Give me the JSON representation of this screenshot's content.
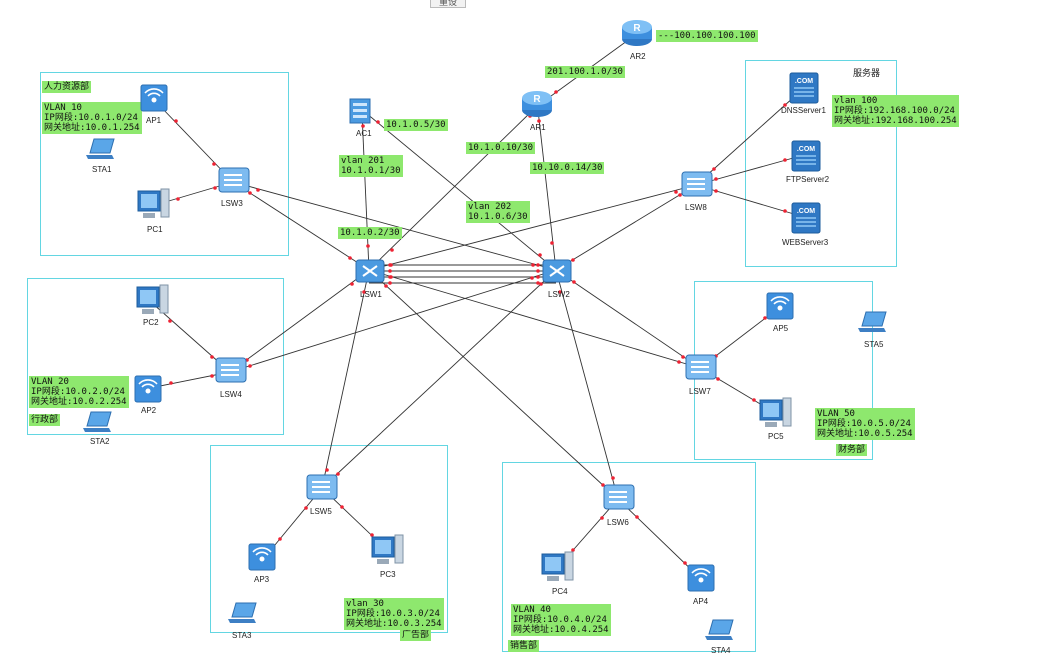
{
  "top_button": "重设",
  "areas": {
    "hr": "人力资源部",
    "admin": "行政部",
    "market": "广告部",
    "sales": "销售部",
    "finance": "财务部",
    "server": "服务器"
  },
  "notes": {
    "hr_vlan": "VLAN 10\nIP网段:10.0.1.0/24\n网关地址:10.0.1.254",
    "admin_vlan": "VLAN 20\nIP网段:10.0.2.0/24\n网关地址:10.0.2.254",
    "market_vlan": "vlan 30\nIP网段:10.0.3.0/24\n网关地址:10.0.3.254",
    "sales_vlan": "VLAN 40\nIP网段:10.0.4.0/24\n网关地址:10.0.4.254",
    "finance_vlan": "VLAN 50\nIP网段:10.0.5.0/24\n网关地址:10.0.5.254",
    "server_vlan": "vlan 100\nIP网段:192.168.100.0/24\n网关地址:192.168.100.254",
    "ar2_ext": "---100.100.100.100",
    "ar2_ar1": "201.100.1.0/30",
    "ac1_lsw2": "10.1.0.5/30",
    "vlan201": "vlan 201\n10.1.0.1/30",
    "lsw1_ip": "10.1.0.2/30",
    "ar1_lsw1": "10.1.0.10/30",
    "ar1_lsw2": "10.10.0.14/30",
    "vlan202": "vlan 202\n10.1.0.6/30"
  },
  "devices": {
    "AR2": "AR2",
    "AR1": "AR1",
    "AC1": "AC1",
    "LSW1": "LSW1",
    "LSW2": "LSW2",
    "LSW3": "LSW3",
    "LSW4": "LSW4",
    "LSW5": "LSW5",
    "LSW6": "LSW6",
    "LSW7": "LSW7",
    "LSW8": "LSW8",
    "AP1": "AP1",
    "AP2": "AP2",
    "AP3": "AP3",
    "AP4": "AP4",
    "AP5": "AP5",
    "STA1": "STA1",
    "STA2": "STA2",
    "STA3": "STA3",
    "STA4": "STA4",
    "STA5": "STA5",
    "PC1": "PC1",
    "PC2": "PC2",
    "PC3": "PC3",
    "PC4": "PC4",
    "PC5": "PC5",
    "DNSServer1": "DNSServer1",
    "FTPServer2": "FTPServer2",
    "WEBServer3": "WEBServer3",
    "com": ".COM"
  }
}
